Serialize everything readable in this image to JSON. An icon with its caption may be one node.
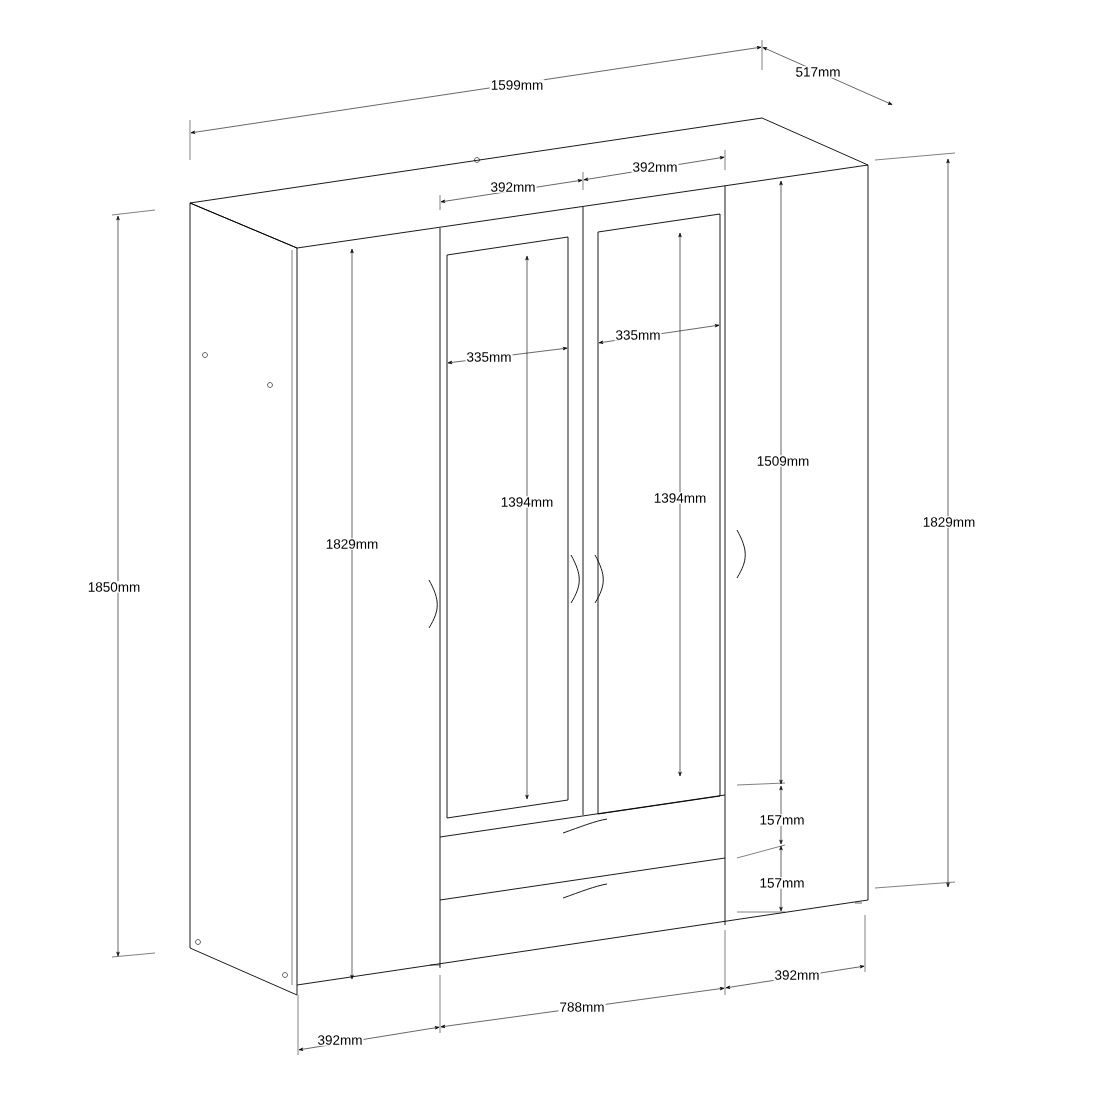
{
  "diagram": {
    "labels": [
      "517mm",
      "1599mm",
      "392mm",
      "392mm",
      "335mm",
      "335mm",
      "1509mm",
      "1394mm",
      "1394mm",
      "1829mm",
      "1829mm",
      "1850mm",
      "157mm",
      "157mm",
      "392mm",
      "788mm",
      "392mm"
    ]
  }
}
